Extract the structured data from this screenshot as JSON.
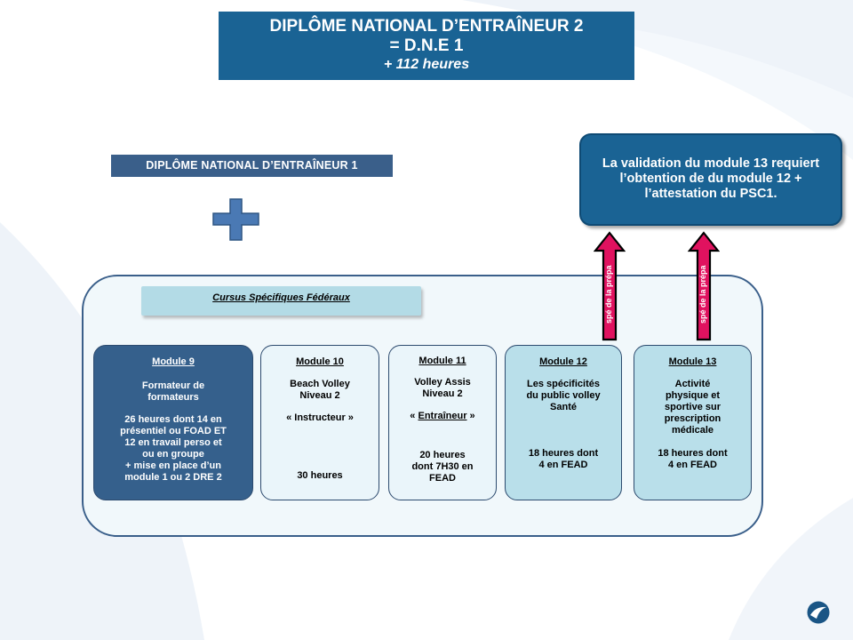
{
  "title": {
    "line1": "DIPLÔME  NATIONAL D’ENTRAÎNEUR 2",
    "line2": "= D.N.E 1",
    "line3": "+ 112 heures"
  },
  "dne1_label": "DIPLÔME  NATIONAL D’ENTRAÎNEUR 1",
  "validation_note": "La validation du module 13 requiert l’obtention de du module 12 + l’attestation du PSC1.",
  "cursus_label": "Cursus Spécifiques Fédéraux",
  "arrow_label": "spé de la prépa",
  "modules": [
    {
      "title": "Module  9",
      "subtitle_l1": "Formateur de",
      "subtitle_l2": "formateurs",
      "detail": [
        "26 heures dont 14 en",
        "présentiel ou FOAD ET",
        "12 en travail perso et",
        "ou en groupe",
        "+ mise en place d’un",
        "module  1 ou 2 DRE 2"
      ]
    },
    {
      "title": "Module 10",
      "subtitle_l1": "Beach Volley",
      "subtitle_l2": "Niveau 2",
      "role": "« Instructeur »",
      "hours": "30 heures"
    },
    {
      "title": "Module 11",
      "subtitle_l1": "Volley  Assis",
      "subtitle_l2": "Niveau 2",
      "role_open": "« ",
      "role_word": "Entraîneur",
      "role_close": " »",
      "hours": [
        "20 heures",
        "dont 7H30 en",
        "FEAD"
      ]
    },
    {
      "title": "Module 12",
      "subtitle": [
        "Les spécificités",
        "du public volley",
        "Santé"
      ],
      "hours": [
        "18 heures dont",
        "4 en FEAD"
      ]
    },
    {
      "title": "Module 13",
      "subtitle": [
        "Activité",
        "physique et",
        "sportive sur",
        "prescription",
        "médicale"
      ],
      "hours": [
        "18 heures dont",
        "4 en FEAD"
      ]
    }
  ],
  "colors": {
    "title_bg": "#1a6394",
    "dne1_bg": "#3a5f8a",
    "module_dark": "#35608c",
    "module_mid": "#b9dfea",
    "module_light": "#eaf5fa",
    "arrow_fill": "#e0125f"
  },
  "icons": {
    "plus": "plus-icon",
    "arrow": "up-arrow-icon",
    "logo": "logo-icon"
  }
}
